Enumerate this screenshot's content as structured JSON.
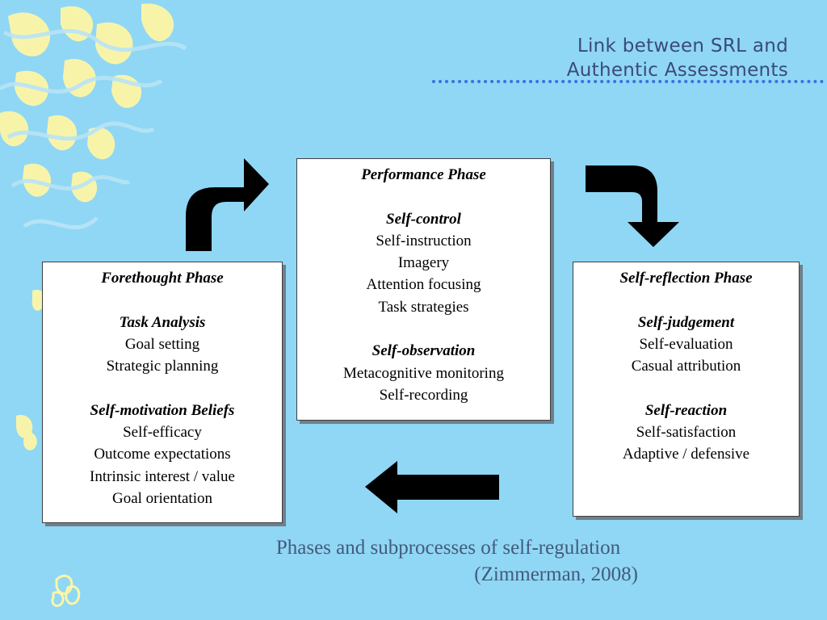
{
  "title": {
    "line1": "Link between SRL and",
    "line2": "Authentic Assessments"
  },
  "boxes": {
    "performance": {
      "heading": "Performance Phase",
      "groups": [
        {
          "heading": "Self-control",
          "items": [
            "Self-instruction",
            "Imagery",
            "Attention focusing",
            "Task strategies"
          ]
        },
        {
          "heading": "Self-observation",
          "items": [
            "Metacognitive monitoring",
            "Self-recording"
          ]
        }
      ]
    },
    "forethought": {
      "heading": "Forethought Phase",
      "groups": [
        {
          "heading": "Task Analysis",
          "items": [
            "Goal setting",
            "Strategic planning"
          ]
        },
        {
          "heading": "Self-motivation Beliefs",
          "items": [
            "Self-efficacy",
            "Outcome expectations",
            "Intrinsic interest / value",
            "Goal orientation"
          ]
        }
      ]
    },
    "reflection": {
      "heading": "Self-reflection Phase",
      "groups": [
        {
          "heading": "Self-judgement",
          "items": [
            "Self-evaluation",
            "Casual attribution"
          ]
        },
        {
          "heading": "Self-reaction",
          "items": [
            "Self-satisfaction",
            "Adaptive / defensive"
          ]
        }
      ]
    }
  },
  "caption": {
    "line1": "Phases and subprocesses of self-regulation",
    "line2": "(Zimmerman, 2008)"
  },
  "colors": {
    "background": "#8fd7f5",
    "title_text": "#3a4a7a",
    "dotted_rule": "#3c6fe0",
    "caption_text": "#445a7a",
    "arrows": "#000000",
    "decoration_yellow": "#fdf6a6",
    "decoration_blue": "#b9e4f6"
  }
}
